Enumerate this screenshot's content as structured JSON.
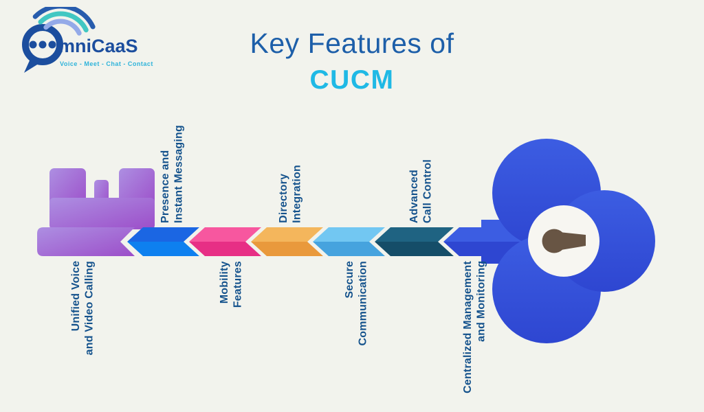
{
  "logo": {
    "brand_rest": "mniCaaS",
    "tagline": "Voice - Meet - Chat - Contact"
  },
  "title": {
    "line1": "Key Features of",
    "line2": "CUCM"
  },
  "theme": {
    "background": "#f2f3ed",
    "brand_navy": "#1c4e9e",
    "brand_cyan": "#2eb3da",
    "arc_inner": "#94aae8",
    "arc_mid": "#41c7c2",
    "arc_outer": "#275cad",
    "title_color": "#1d5fa9",
    "title_accent": "#1fb9e5",
    "label_color": "#14528c",
    "plate_color": "#f7f6f1",
    "keyhole_color": "#685544"
  },
  "features": [
    {
      "label": "Unified Voice\nand Video Calling",
      "side": "bottom",
      "shape": "key-bit",
      "color_top": "#ad8fe2",
      "color_bottom": "#9c4ec9"
    },
    {
      "label": "Presence and\nInstant Messaging",
      "side": "top",
      "shape": "chevron",
      "color_top": "#1b66e3",
      "color_bottom": "#0e80ef"
    },
    {
      "label": "Mobility\nFeatures",
      "side": "bottom",
      "shape": "chevron",
      "color_top": "#f7579f",
      "color_bottom": "#e72f85"
    },
    {
      "label": "Directory\nIntegration",
      "side": "top",
      "shape": "chevron",
      "color_top": "#f4b65c",
      "color_bottom": "#e9993c"
    },
    {
      "label": "Secure\nCommunication",
      "side": "bottom",
      "shape": "chevron",
      "color_top": "#72c7f2",
      "color_bottom": "#46a3de"
    },
    {
      "label": "Advanced\nCall Control",
      "side": "top",
      "shape": "chevron",
      "color_top": "#1f6382",
      "color_bottom": "#154d68"
    },
    {
      "label": "Centralized Management\nand Monitoring",
      "side": "bottom",
      "shape": "key-bow",
      "color_top": "#3c5de2",
      "color_bottom": "#2e46d1"
    }
  ]
}
